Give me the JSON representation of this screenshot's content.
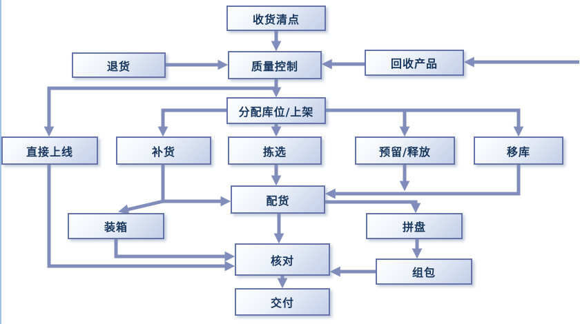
{
  "diagram": {
    "type": "flowchart",
    "subject": "warehouse-process-flow",
    "colors": {
      "box_border": "#6573a9",
      "box_fill_top": "#ffffff",
      "box_fill_bottom": "#c3cfe9",
      "box_text": "#17365d",
      "arrow": "#808cba",
      "page_edge_line": "#9dc3e6",
      "background": "#ffffff"
    },
    "nodes": [
      {
        "id": "receiving-count",
        "label": "收货清点"
      },
      {
        "id": "returns",
        "label": "退货"
      },
      {
        "id": "quality-control",
        "label": "质量控制"
      },
      {
        "id": "recycled-products",
        "label": "回收产品"
      },
      {
        "id": "putaway-allocation",
        "label": "分配库位/上架"
      },
      {
        "id": "direct-online",
        "label": "直接上线"
      },
      {
        "id": "replenishment",
        "label": "补货"
      },
      {
        "id": "picking",
        "label": "拣选"
      },
      {
        "id": "reserve-release",
        "label": "预留/释放"
      },
      {
        "id": "relocation",
        "label": "移库"
      },
      {
        "id": "order-assembly",
        "label": "配货"
      },
      {
        "id": "cartonize",
        "label": "装箱"
      },
      {
        "id": "tray-build",
        "label": "拼盘"
      },
      {
        "id": "verification",
        "label": "核对"
      },
      {
        "id": "bundling",
        "label": "组包"
      },
      {
        "id": "delivery",
        "label": "交付"
      }
    ],
    "edges": [
      {
        "from": "receiving-count",
        "to": "quality-control"
      },
      {
        "from": "returns",
        "to": "quality-control"
      },
      {
        "from": "recycled-products",
        "to": "quality-control"
      },
      {
        "from": "offpage-right",
        "to": "recycled-products"
      },
      {
        "from": "quality-control",
        "to": "putaway-allocation"
      },
      {
        "from": "quality-control",
        "to": "direct-online"
      },
      {
        "from": "putaway-allocation",
        "to": "replenishment"
      },
      {
        "from": "putaway-allocation",
        "to": "picking"
      },
      {
        "from": "putaway-allocation",
        "to": "reserve-release"
      },
      {
        "from": "putaway-allocation",
        "to": "relocation"
      },
      {
        "from": "picking",
        "to": "order-assembly"
      },
      {
        "from": "replenishment",
        "to": "order-assembly"
      },
      {
        "from": "replenishment",
        "to": "cartonize"
      },
      {
        "from": "reserve-release",
        "to": "order-assembly"
      },
      {
        "from": "relocation",
        "to": "order-assembly"
      },
      {
        "from": "order-assembly",
        "to": "tray-build"
      },
      {
        "from": "order-assembly",
        "to": "verification"
      },
      {
        "from": "cartonize",
        "to": "verification"
      },
      {
        "from": "direct-online",
        "to": "verification"
      },
      {
        "from": "tray-build",
        "to": "bundling"
      },
      {
        "from": "bundling",
        "to": "verification"
      },
      {
        "from": "verification",
        "to": "delivery"
      }
    ]
  }
}
